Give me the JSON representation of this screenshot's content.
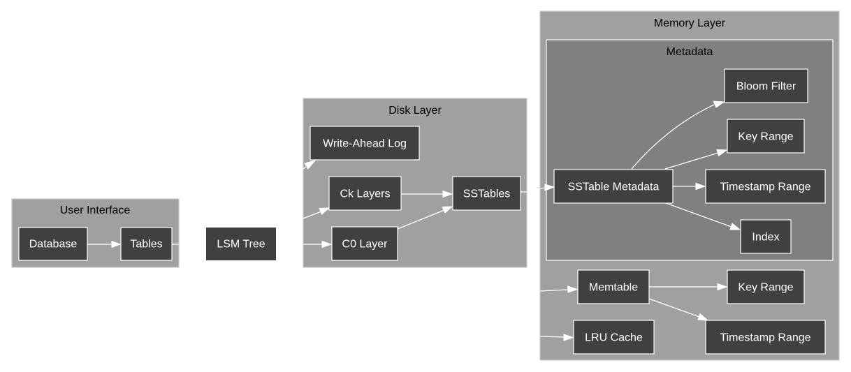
{
  "diagram": {
    "clusters": {
      "user_interface": {
        "label": "User Interface"
      },
      "disk_layer": {
        "label": "Disk Layer"
      },
      "memory_layer": {
        "label": "Memory Layer"
      },
      "metadata": {
        "label": "Metadata"
      }
    },
    "nodes": {
      "database": {
        "label": "Database"
      },
      "tables": {
        "label": "Tables"
      },
      "lsm_tree": {
        "label": "LSM Tree"
      },
      "write_ahead_log": {
        "label": "Write-Ahead Log"
      },
      "ck_layers": {
        "label": "Ck Layers"
      },
      "c0_layer": {
        "label": "C0 Layer"
      },
      "sstables": {
        "label": "SSTables"
      },
      "sstable_metadata": {
        "label": "SSTable Metadata"
      },
      "bloom_filter": {
        "label": "Bloom Filter"
      },
      "meta_key_range": {
        "label": "Key Range"
      },
      "meta_timestamp_range": {
        "label": "Timestamp Range"
      },
      "index": {
        "label": "Index"
      },
      "memtable": {
        "label": "Memtable"
      },
      "mem_key_range": {
        "label": "Key Range"
      },
      "mem_timestamp_range": {
        "label": "Timestamp Range"
      },
      "lru_cache": {
        "label": "LRU Cache"
      }
    },
    "edges": [
      {
        "from": "Database",
        "to": "Tables"
      },
      {
        "from": "Tables",
        "to": "LSM Tree"
      },
      {
        "from": "LSM Tree",
        "to": "Write-Ahead Log"
      },
      {
        "from": "LSM Tree",
        "to": "Ck Layers"
      },
      {
        "from": "LSM Tree",
        "to": "C0 Layer"
      },
      {
        "from": "Ck Layers",
        "to": "SSTables"
      },
      {
        "from": "C0 Layer",
        "to": "SSTables"
      },
      {
        "from": "SSTables",
        "to": "SSTable Metadata"
      },
      {
        "from": "SSTable Metadata",
        "to": "Bloom Filter"
      },
      {
        "from": "SSTable Metadata",
        "to": "Key Range"
      },
      {
        "from": "SSTable Metadata",
        "to": "Timestamp Range"
      },
      {
        "from": "SSTable Metadata",
        "to": "Index"
      },
      {
        "from": "LSM Tree",
        "to": "Memtable"
      },
      {
        "from": "LSM Tree",
        "to": "LRU Cache"
      },
      {
        "from": "Memtable",
        "to": "Key Range"
      },
      {
        "from": "Memtable",
        "to": "Timestamp Range"
      }
    ],
    "colors": {
      "cluster_fill": "#a0a0a0",
      "inner_cluster_fill": "#808080",
      "node_fill": "#404040",
      "edge": "#ffffff",
      "node_text": "#ffffff",
      "cluster_text": "#000000"
    }
  }
}
